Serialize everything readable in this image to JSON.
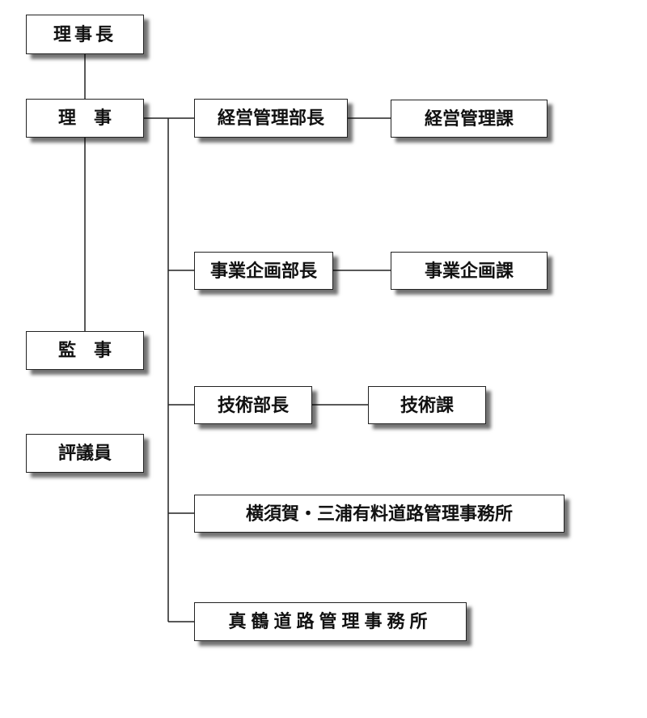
{
  "org": {
    "chairman": "理事長",
    "director": "理　事",
    "auditor": "監　事",
    "councilor": "評議員",
    "departments": [
      {
        "head": "経営管理部長",
        "section": "経営管理課"
      },
      {
        "head": "事業企画部長",
        "section": "事業企画課"
      },
      {
        "head": "技術部長",
        "section": "技術課"
      }
    ],
    "offices": [
      "横須賀・三浦有料道路管理事務所",
      "真鶴道路管理事務所"
    ]
  },
  "colors": {
    "line": "#222222",
    "box_border": "#222222",
    "box_fill": "#ffffff",
    "text": "#111111",
    "shadow": "rgba(0,0,0,0.55)"
  }
}
